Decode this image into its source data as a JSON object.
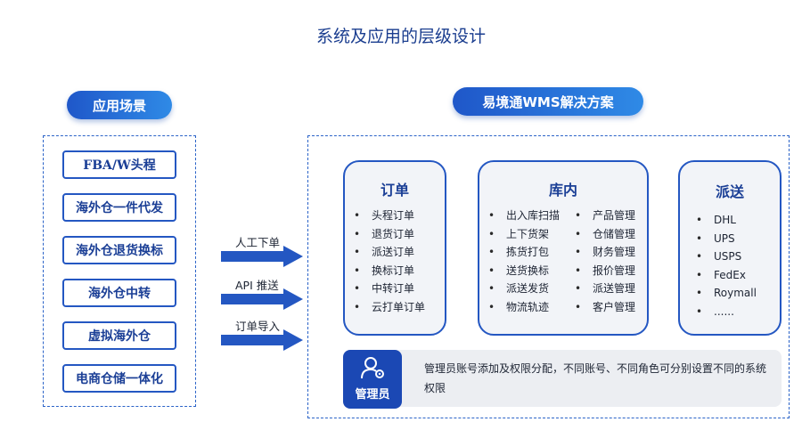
{
  "title": "系统及应用的层级设计",
  "left_header": "应用场景",
  "right_header": "易境通WMS解决方案",
  "scenarios": [
    "FBA/W头程",
    "海外仓一件代发",
    "海外仓退货换标",
    "海外仓中转",
    "虚拟海外仓",
    "电商仓储一体化"
  ],
  "inputs": [
    "人工下单",
    "API 推送",
    "订单导入"
  ],
  "order_card": {
    "title": "订单",
    "items": [
      "头程订单",
      "退货订单",
      "派送订单",
      "换标订单",
      "中转订单",
      "云打单订单"
    ]
  },
  "warehouse_card": {
    "title": "库内",
    "col1": [
      "出入库扫描",
      "上下货架",
      "拣货打包",
      "送货换标",
      "派送发货",
      "物流轨迹"
    ],
    "col2": [
      "产品管理",
      "仓储管理",
      "财务管理",
      "报价管理",
      "派送管理",
      "客户管理"
    ]
  },
  "delivery_card": {
    "title": "派送",
    "items": [
      "DHL",
      "UPS",
      "USPS",
      "FedEx",
      "Roymall",
      "......"
    ]
  },
  "admin": {
    "label": "管理员",
    "description": "管理员账号添加及权限分配，不同账号、不同角色可分别设置不同的系统权限"
  },
  "colors": {
    "primary": "#2457c2",
    "accent": "#2f8ae6",
    "admin": "#1b48b4"
  },
  "icons": {
    "admin": "user-gear-icon",
    "arrow": "right-arrow-icon"
  }
}
